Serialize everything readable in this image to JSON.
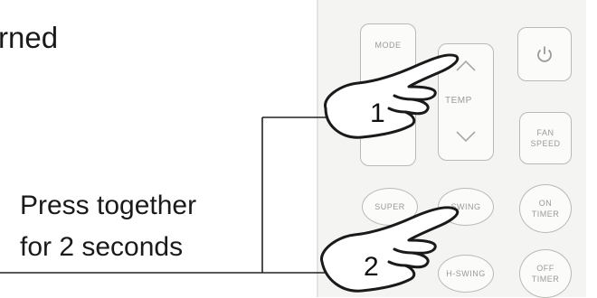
{
  "instructions": {
    "partial_top": "",
    "line_turned": "rned",
    "press_together": "Press together",
    "for_seconds": "for 2 seconds"
  },
  "remote": {
    "mode_label": "MODE",
    "temp_label": "TEMP",
    "fan_speed_label": "FAN\nSPEED",
    "super_label": "SUPER",
    "swing_label": "SWING",
    "on_timer_label": "ON\nTIMER",
    "hswing_label": "H-SWING",
    "off_timer_label": "OFF\nTIMER"
  },
  "callouts": {
    "step1": "1",
    "step2": "2"
  },
  "icons": {
    "power": "power-icon",
    "temp_up": "chevron-up-icon",
    "temp_down": "chevron-down-icon",
    "hand1": "pointing-hand-icon",
    "hand2": "pointing-hand-icon"
  }
}
